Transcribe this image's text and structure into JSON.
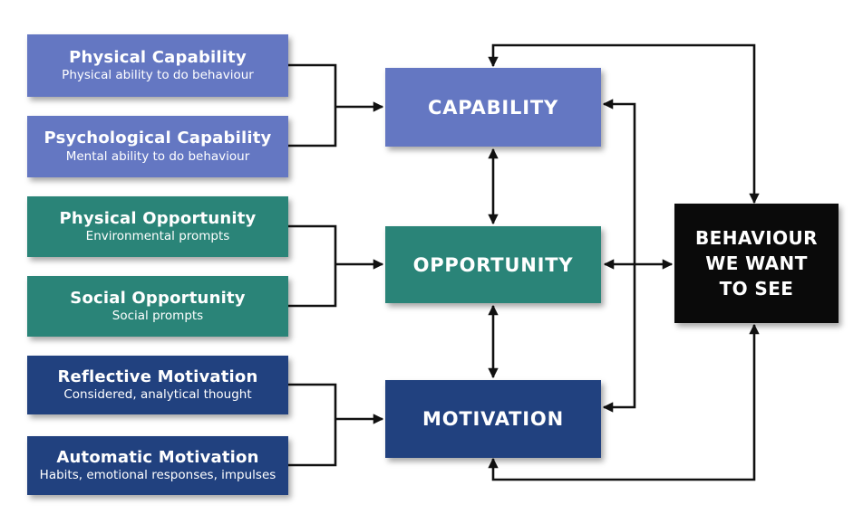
{
  "colors": {
    "capability": "#6477c2",
    "opportunity": "#2a8478",
    "motivation": "#21417f",
    "black": "#0a0a0a",
    "arrow": "#111111",
    "text": "#ffffff",
    "background": "#ffffff"
  },
  "left_boxes": [
    {
      "title": "Physical Capability",
      "subtitle": "Physical ability to do behaviour",
      "group": "capability"
    },
    {
      "title": "Psychological Capability",
      "subtitle": "Mental ability to do behaviour",
      "group": "capability"
    },
    {
      "title": "Physical Opportunity",
      "subtitle": "Environmental prompts",
      "group": "opportunity"
    },
    {
      "title": "Social Opportunity",
      "subtitle": "Social prompts",
      "group": "opportunity"
    },
    {
      "title": "Reflective Motivation",
      "subtitle": "Considered, analytical thought",
      "group": "motivation"
    },
    {
      "title": "Automatic Motivation",
      "subtitle": "Habits, emotional responses, impulses",
      "group": "motivation"
    }
  ],
  "center_boxes": [
    {
      "label": "CAPABILITY"
    },
    {
      "label": "OPPORTUNITY"
    },
    {
      "label": "MOTIVATION"
    }
  ],
  "behaviour_box": {
    "lines": [
      "BEHAVIOUR",
      "WE WANT",
      "TO SEE"
    ]
  },
  "connections": [
    "Physical Capability + Psychological Capability -> CAPABILITY",
    "Physical Opportunity + Social Opportunity -> OPPORTUNITY",
    "Reflective Motivation + Automatic Motivation -> MOTIVATION",
    "CAPABILITY <-> OPPORTUNITY",
    "OPPORTUNITY <-> MOTIVATION",
    "OPPORTUNITY <-> BEHAVIOUR WE WANT TO SEE",
    "BEHAVIOUR WE WANT TO SEE -> CAPABILITY (feedback)",
    "BEHAVIOUR WE WANT TO SEE -> MOTIVATION (feedback)",
    "CAPABILITY <-> BEHAVIOUR WE WANT TO SEE (top loop)",
    "MOTIVATION <-> BEHAVIOUR WE WANT TO SEE (bottom loop)"
  ]
}
